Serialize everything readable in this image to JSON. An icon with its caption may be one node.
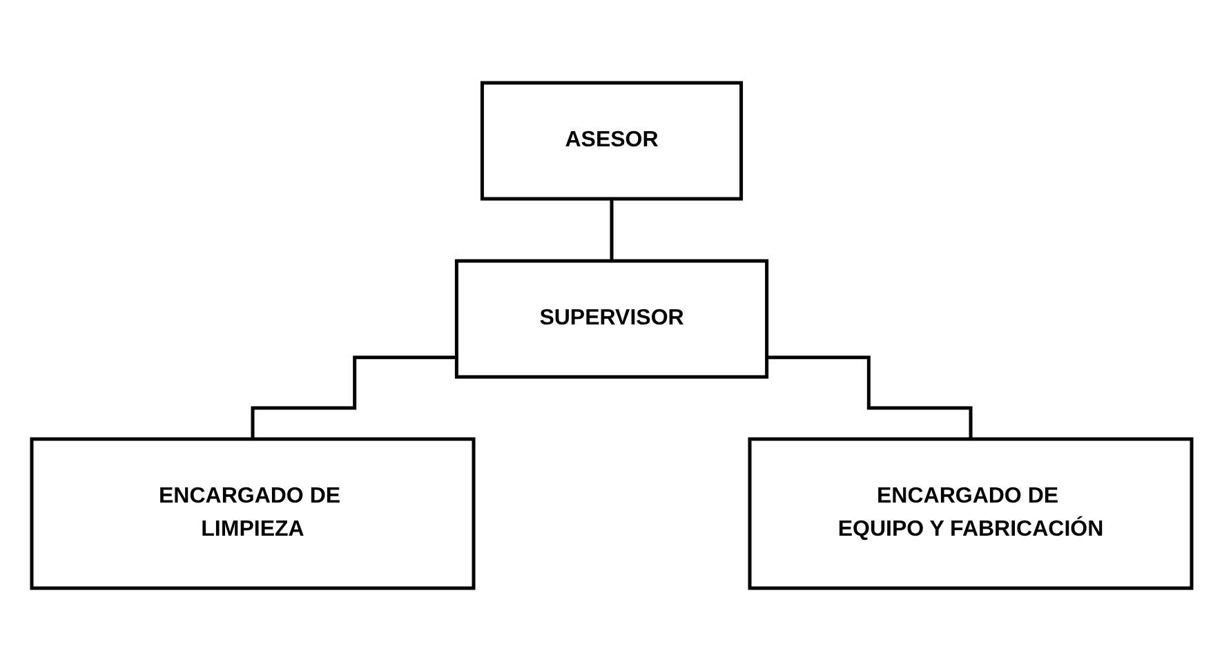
{
  "diagram": {
    "nodes": [
      {
        "text": [
          "ASESOR"
        ]
      },
      {
        "text": [
          "SUPERVISOR"
        ]
      },
      {
        "text": [
          "ENCARGADO DE LIMPIEZA"
        ]
      },
      {
        "text": [
          "ENCARGADO DE EQUIPO Y FABRICACIÓN"
        ]
      }
    ],
    "edges": [
      {
        "from": 0,
        "to": 1,
        "arrow": "none"
      },
      {
        "from": 1,
        "to": 2,
        "arrow": "none"
      },
      {
        "from": 1,
        "to": 3,
        "arrow": "none"
      }
    ]
  }
}
